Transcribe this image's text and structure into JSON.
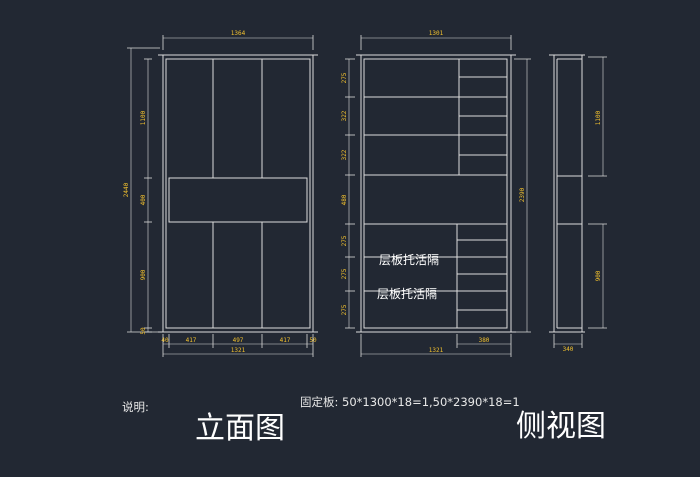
{
  "front": {
    "top": "1364",
    "h1": "1100",
    "h2": "400",
    "h3": "900",
    "h4": "50",
    "total_h": "2440",
    "b1": "40",
    "b2": "417",
    "b3": "497",
    "b4": "417",
    "b5": "50",
    "bottom": "1321"
  },
  "inner": {
    "top": "1301",
    "r1": "275",
    "r2": "322",
    "r3": "322",
    "r4": "480",
    "r5": "275",
    "r6": "275",
    "r7": "275",
    "right_total": "2390",
    "d1": "380",
    "bottom": "1321",
    "label1": "层板托活隔",
    "label2": "层板托活隔"
  },
  "side": {
    "upper": "1100",
    "lower": "900",
    "bottom": "340"
  },
  "notes": {
    "explain": "说明:",
    "fixed_board": "固定板: 50*1300*18=1,50*2390*18=1",
    "title_front": "立面图",
    "title_side": "侧视图"
  }
}
